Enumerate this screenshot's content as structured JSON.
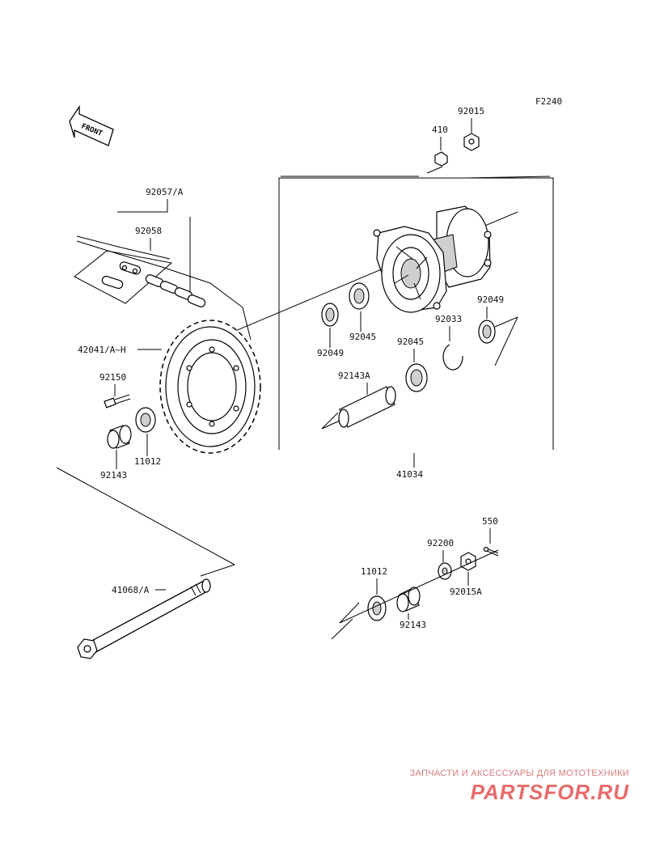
{
  "figure_code": "F2240",
  "front_label": "FRONT",
  "parts": {
    "p92015": "92015",
    "p410": "410",
    "p92057": "92057/A",
    "p92058": "92058",
    "p92049a": "92049",
    "p92045a": "92045",
    "p92049b": "92049",
    "p92033": "92033",
    "p92045b": "92045",
    "p42041": "42041/A~H",
    "p92143A": "92143A",
    "p92150": "92150",
    "p11012a": "11012",
    "p92143a": "92143",
    "p41034": "41034",
    "p550": "550",
    "p92200": "92200",
    "p11012b": "11012",
    "p92015A": "92015A",
    "p92143b": "92143",
    "p41068": "41068/A"
  },
  "watermark": {
    "subtitle": "ЗАПЧАСТИ И АКСЕССУАРЫ ДЛЯ МОТОТЕХНИКИ",
    "logo": "PARTSFOR.RU",
    "color": "#e86b6b"
  }
}
